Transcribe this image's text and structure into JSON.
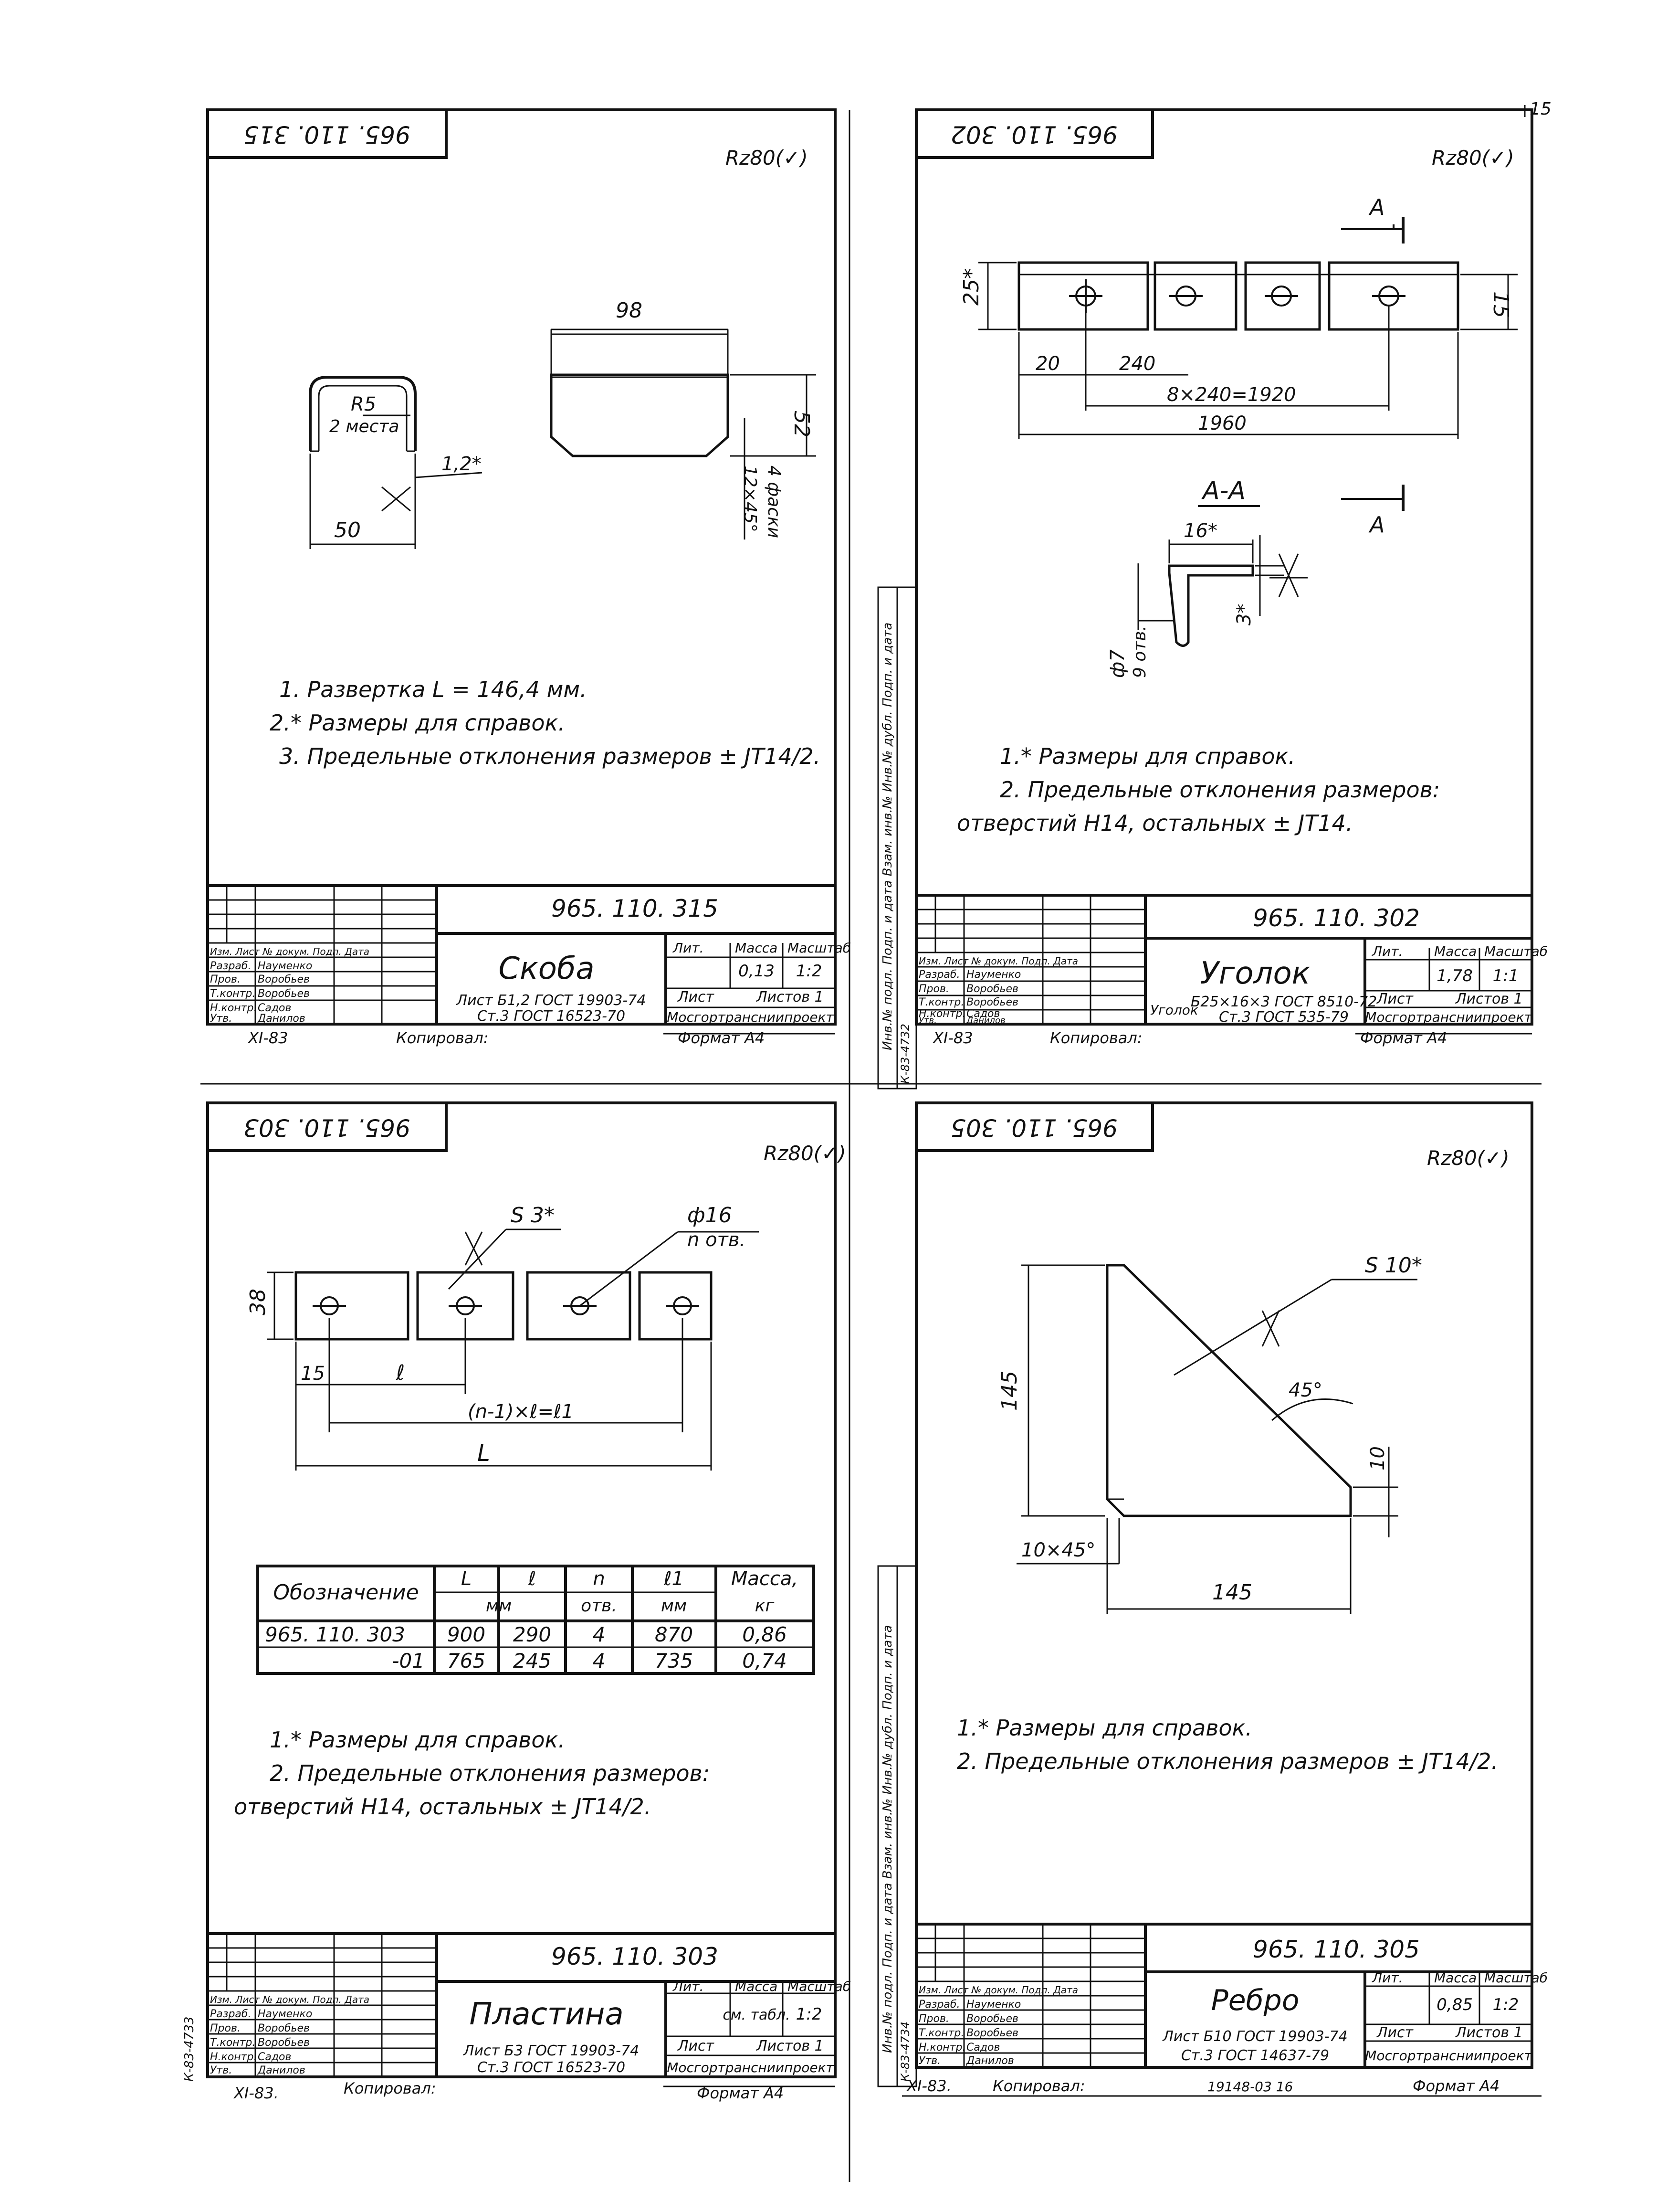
{
  "page": {
    "sheet_number": "15",
    "bottom_note": "19148-03  16"
  },
  "panels": [
    {
      "id": "p1",
      "stamp": "965. 110. 315",
      "designation": "965. 110. 315",
      "roughness": "Rz80(✓)",
      "dims": {
        "top": "98",
        "height": "52",
        "radius": "R5",
        "radius_note": "2 места",
        "thickness": "1,2*",
        "length": "50",
        "chamfer": "12×45°",
        "chamfer_note": "4 фаски"
      },
      "notes": [
        "1. Развертка L = 146,4 мм.",
        "2.* Размеры для справок.",
        "3. Предельные отклонения размеров ± JT14/2."
      ],
      "title": "Скоба",
      "mass": "0,13",
      "scale": "1:2",
      "material_1": "Лист Б1,2 ГОСТ 19903-74",
      "material_2": "Ст.3 ГОСТ 16523-70",
      "org": "Мосгортрансниипроект",
      "sheets": "Листов 1",
      "sheet": "Лист",
      "lit": "Лит.",
      "mass_h": "Масса",
      "scale_h": "Масштаб",
      "roles": {
        "hdr": "Изм. Лист  № докум.  Подп.  Дата",
        "r1": "Разраб.",
        "n1": "Науменко",
        "r2": "Пров.",
        "n2": "Воробьев",
        "r3": "Т.контр.",
        "n3": "Воробьев",
        "r4": "Н.контр.",
        "n4": "Садов",
        "r5": "Утв.",
        "n5": "Данилов"
      },
      "copied": "Копировал:",
      "format": "Формат А4",
      "date": "XI-83"
    },
    {
      "id": "p2",
      "stamp": "965. 110. 302",
      "designation": "965. 110. 302",
      "roughness": "Rz80(✓)",
      "dims": {
        "h1": "25*",
        "h2": "15",
        "d20": "20",
        "d240": "240",
        "chain": "8×240=1920",
        "total": "1960",
        "section": "А-А",
        "cut": "А",
        "w16": "16*",
        "t3": "3*",
        "hole": "ф7",
        "hole_note": "9 отв."
      },
      "notes": [
        "1.* Размеры для справок.",
        "2. Предельные отклонения размеров:",
        "отверстий H14, остальных ± JT14."
      ],
      "title": "Уголок",
      "mass": "1,78",
      "scale": "1:1",
      "material_0": "Уголок",
      "material_1": "Б25×16×3 ГОСТ 8510-72",
      "material_2": "Ст.3 ГОСТ 535-79",
      "org": "Мосгортрансниипроект",
      "sheets": "Листов 1",
      "sheet": "Лист",
      "lit": "Лит.",
      "mass_h": "Масса",
      "scale_h": "Масштаб",
      "roles": {
        "hdr": "Изм. Лист  № докум.  Подп.  Дата",
        "r1": "Разраб.",
        "n1": "Науменко",
        "r2": "Пров.",
        "n2": "Воробьев",
        "r3": "Т.контр.",
        "n3": "Воробьев",
        "r4": "Н.контр.",
        "n4": "Садов",
        "r5": "Утв.",
        "n5": "Данилов"
      },
      "copied": "Копировал:",
      "format": "Формат А4",
      "date": "XI-83",
      "side_code": "К-83-4732",
      "side_labels": "Инв.№ подл.   Подп. и дата   Взам. инв.№   Инв.№ дубл.   Подп. и дата"
    },
    {
      "id": "p3",
      "stamp": "965. 110. 303",
      "designation": "965. 110. 303",
      "roughness": "Rz80(✓)",
      "dims": {
        "thick": "S 3*",
        "hole": "ф16",
        "hole_note": "n отв.",
        "h": "38",
        "d15": "15",
        "pitch": "ℓ",
        "chain": "(n-1)×ℓ=ℓ1",
        "total": "L"
      },
      "table": {
        "headers": [
          "Обозначение",
          "L",
          "ℓ",
          "n",
          "ℓ1",
          "Масса,"
        ],
        "units": [
          "",
          "мм",
          "",
          "отв.",
          "мм",
          "кг"
        ],
        "rows": [
          [
            "965. 110. 303",
            "900",
            "290",
            "4",
            "870",
            "0,86"
          ],
          [
            "-01",
            "765",
            "245",
            "4",
            "735",
            "0,74"
          ]
        ]
      },
      "notes": [
        "1.* Размеры для справок.",
        "2. Предельные отклонения размеров:",
        "отверстий H14, остальных ± JT14/2."
      ],
      "title": "Пластина",
      "mass": "см. табл.",
      "scale": "1:2",
      "material_1": "Лист Б3 ГОСТ 19903-74",
      "material_2": "Ст.3 ГОСТ 16523-70",
      "org": "Мосгортрансниипроект",
      "sheets": "Листов 1",
      "sheet": "Лист",
      "lit": "Лит.",
      "mass_h": "Масса",
      "scale_h": "Масштаб",
      "roles": {
        "hdr": "Изм. Лист  № докум.  Подп.  Дата",
        "r1": "Разраб.",
        "n1": "Науменко",
        "r2": "Пров.",
        "n2": "Воробьев",
        "r3": "Т.контр.",
        "n3": "Воробьев",
        "r4": "Н.контр.",
        "n4": "Садов",
        "r5": "Утв.",
        "n5": "Данилов"
      },
      "copied": "Копировал:",
      "format": "Формат А4",
      "date": "XI-83.",
      "side_code": "К-83-4733"
    },
    {
      "id": "p4",
      "stamp": "965. 110. 305",
      "designation": "965. 110. 305",
      "roughness": "Rz80(✓)",
      "dims": {
        "thick": "S 10*",
        "h": "145",
        "angle": "45°",
        "gap": "10",
        "chamfer": "10×45°",
        "w": "145"
      },
      "notes": [
        "1.* Размеры для справок.",
        "2. Предельные отклонения размеров ± JT14/2."
      ],
      "title": "Ребро",
      "mass": "0,85",
      "scale": "1:2",
      "material_1": "Лист Б10 ГОСТ 19903-74",
      "material_2": "Ст.3 ГОСТ 14637-79",
      "org": "Мосгортрансниипроект",
      "sheets": "Листов 1",
      "sheet": "Лист",
      "lit": "Лит.",
      "mass_h": "Масса",
      "scale_h": "Масштаб",
      "roles": {
        "hdr": "Изм. Лист  № докум.  Подп.  Дата",
        "r1": "Разраб.",
        "n1": "Науменко",
        "r2": "Пров.",
        "n2": "Воробьев",
        "r3": "Т.контр.",
        "n3": "Воробьев",
        "r4": "Н.контр.",
        "n4": "Садов",
        "r5": "Утв.",
        "n5": "Данилов"
      },
      "copied": "Копировал:",
      "format": "Формат А4",
      "date": "XI-83.",
      "side_code": "К-83-4734"
    }
  ]
}
